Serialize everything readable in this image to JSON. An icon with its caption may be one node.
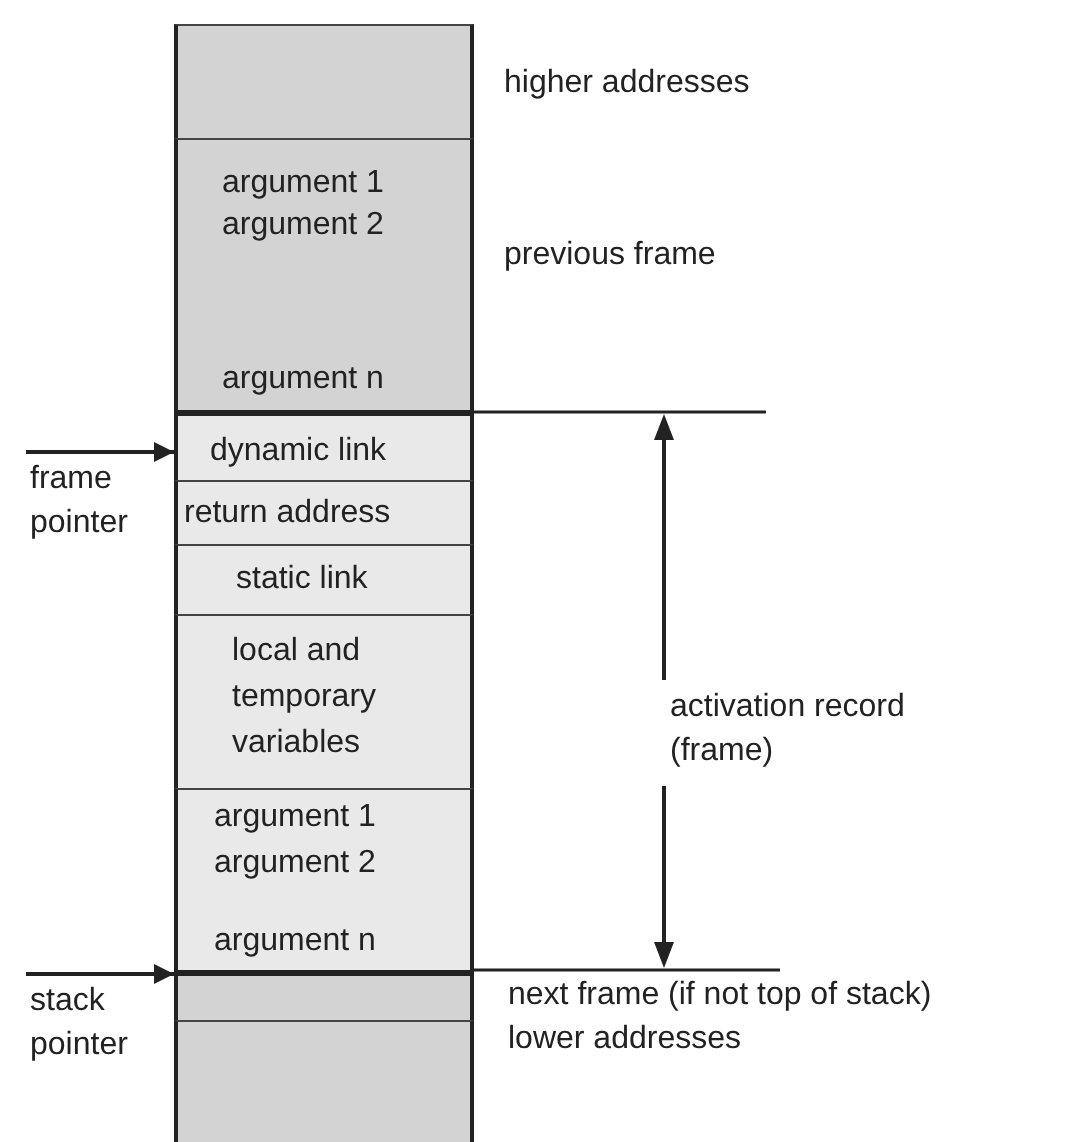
{
  "diagram": {
    "nodes": [
      {
        "text": [],
        "shape": "box"
      },
      {
        "text": [
          "argument 1",
          "argument 2",
          "argument n"
        ]
      },
      {
        "text": [
          "dynamic link"
        ]
      },
      {
        "text": [
          "frame pointer"
        ]
      },
      {
        "text": [
          "return address"
        ]
      },
      {
        "text": [
          "static link"
        ]
      },
      {
        "text": [
          "local and temporary variables"
        ]
      },
      {
        "text": [
          "argument 1",
          "argument 2",
          "argument n"
        ]
      },
      {
        "text": [
          "stack pointer"
        ]
      },
      {
        "text": [],
        "shape": "box"
      },
      {
        "text": [],
        "shape": "box"
      }
    ],
    "edges": [
      {
        "from": 3,
        "to": 2,
        "arrow": "to"
      },
      {
        "from": 8,
        "to": 9,
        "arrow": "to"
      }
    ],
    "labels": [
      "higher addresses",
      "previous frame",
      "activation record (frame)",
      "next frame (if not top of stack)",
      "lower addresses"
    ]
  }
}
